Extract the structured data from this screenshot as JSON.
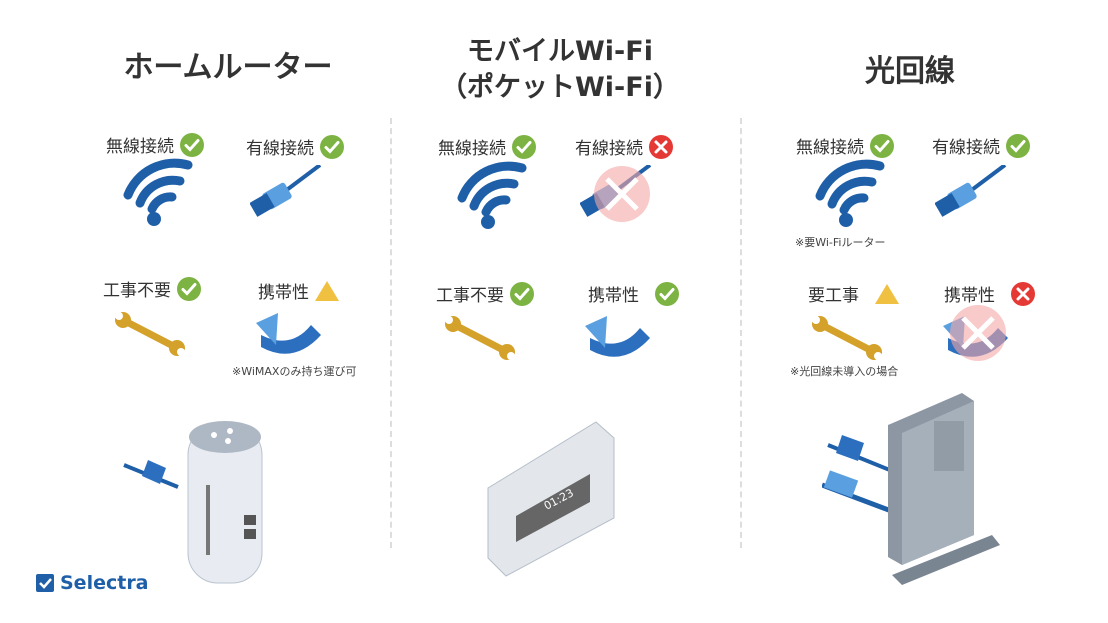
{
  "columns": [
    {
      "title": "ホームルーター",
      "features": [
        {
          "label": "無線接続",
          "status": "ok"
        },
        {
          "label": "有線接続",
          "status": "ok"
        },
        {
          "label": "工事不要",
          "status": "ok"
        },
        {
          "label": "携帯性",
          "status": "partial",
          "note": "※WiMAXのみ持ち運び可"
        }
      ]
    },
    {
      "title_line1": "モバイルWi-Fi",
      "title_line2": "（ポケットWi-Fi）",
      "features": [
        {
          "label": "無線接続",
          "status": "ok"
        },
        {
          "label": "有線接続",
          "status": "ng"
        },
        {
          "label": "工事不要",
          "status": "ok"
        },
        {
          "label": "携帯性",
          "status": "ok"
        }
      ],
      "device_time": "01:23"
    },
    {
      "title": "光回線",
      "features": [
        {
          "label": "無線接続",
          "status": "ok",
          "note": "※要Wi-Fiルーター"
        },
        {
          "label": "有線接続",
          "status": "ok"
        },
        {
          "label": "要工事",
          "status": "partial",
          "note": "※光回線未導入の場合"
        },
        {
          "label": "携帯性",
          "status": "ng"
        }
      ]
    }
  ],
  "logo": "Selectra",
  "colors": {
    "ok": "#7cb342",
    "ng": "#e53935",
    "partial": "#f0c040",
    "blue": "#1e5fa8"
  }
}
